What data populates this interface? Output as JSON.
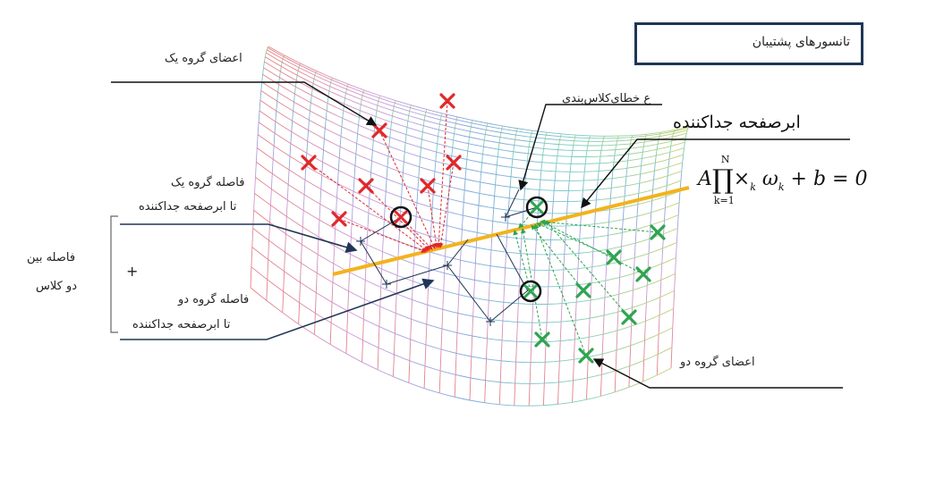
{
  "legend": {
    "title": "تانسورهای پشتیبان",
    "icons": [
      "red-x-circle-icon",
      "green-x-circle-icon"
    ]
  },
  "labels": {
    "group_one_members": "اعضای گروه یک",
    "group_two_members": "اعضای  گروه دو",
    "misclassification": "ع خطای‌کلاس‌بندی",
    "hyperplane": "ابرصفحه جداکننده",
    "dist_one_line1": "فاصله گروه یک",
    "dist_one_line2": "تا ابرصفحه جداکننده",
    "dist_two_line1": "فاصله گروه دو",
    "dist_two_line2": "تا ابرصفحه جداکننده",
    "between_line1": "فاصله بین",
    "between_line2": "دو کلاس",
    "plus": "+"
  },
  "formula": {
    "A": "A",
    "prod": "∏",
    "upper": "N",
    "lower": "k=1",
    "times": "×",
    "k1": "k",
    "omega": "ω",
    "k2": "k",
    "rest": "+ b = 0"
  },
  "colors": {
    "class_one": "#e0282a",
    "class_two": "#2ea44f",
    "hyperplane": "#f2b31c",
    "arrows": "#1f3656",
    "legend_border": "#1f3656"
  }
}
